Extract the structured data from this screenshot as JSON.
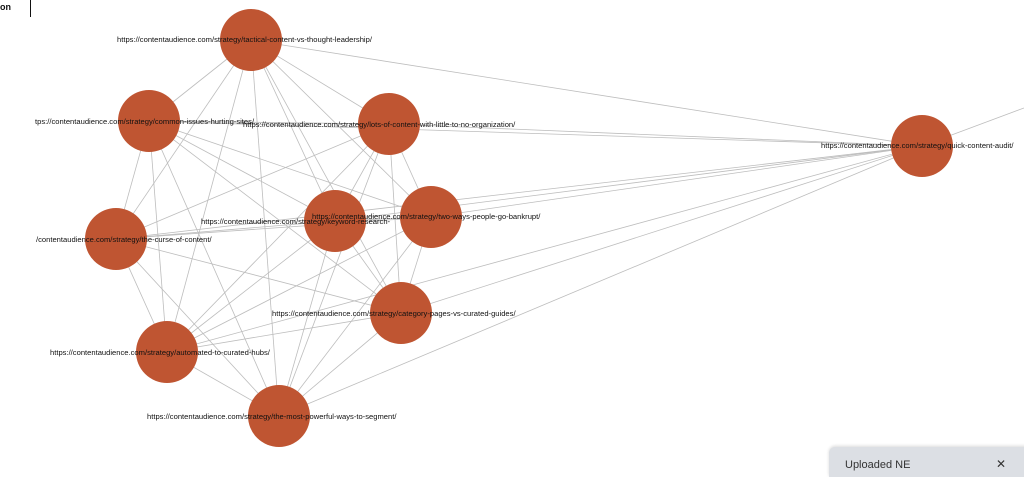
{
  "header": {
    "label": "on"
  },
  "graph": {
    "node_color": "#bf5532",
    "nodes": [
      {
        "id": "tactical",
        "label": "https://contentaudience.com/strategy/tactical-content-vs-thought-leadership/"
      },
      {
        "id": "common",
        "label": "tps://contentaudience.com/strategy/common-issues-hurting-sites/"
      },
      {
        "id": "lots",
        "label": "https://contentaudience.com/strategy/lots-of-content-with-little-to-no-organization/"
      },
      {
        "id": "quick",
        "label": "https://contentaudience.com/strategy/quick-content-audit/"
      },
      {
        "id": "curse",
        "label": "/contentaudience.com/strategy/the-curse-of-content/"
      },
      {
        "id": "keyword",
        "label": "https://contentaudience.com/strategy/keyword-research-"
      },
      {
        "id": "bankrupt",
        "label": "https://contentaudience.com/strategy/two-ways-people-go-bankrupt/"
      },
      {
        "id": "category",
        "label": "https://contentaudience.com/strategy/category-pages-vs-curated-guides/"
      },
      {
        "id": "automated",
        "label": "https://contentaudience.com/strategy/automated-to-curated-hubs/"
      },
      {
        "id": "segment",
        "label": "https://contentaudience.com/strategy/the-most-powerful-ways-to-segment/"
      }
    ],
    "edges": [
      [
        "tactical",
        "common"
      ],
      [
        "tactical",
        "lots"
      ],
      [
        "tactical",
        "quick"
      ],
      [
        "tactical",
        "curse"
      ],
      [
        "tactical",
        "keyword"
      ],
      [
        "tactical",
        "bankrupt"
      ],
      [
        "tactical",
        "category"
      ],
      [
        "tactical",
        "automated"
      ],
      [
        "tactical",
        "segment"
      ],
      [
        "common",
        "lots"
      ],
      [
        "common",
        "curse"
      ],
      [
        "common",
        "keyword"
      ],
      [
        "common",
        "bankrupt"
      ],
      [
        "common",
        "category"
      ],
      [
        "common",
        "automated"
      ],
      [
        "common",
        "segment"
      ],
      [
        "common",
        "quick"
      ],
      [
        "lots",
        "quick"
      ],
      [
        "lots",
        "curse"
      ],
      [
        "lots",
        "keyword"
      ],
      [
        "lots",
        "bankrupt"
      ],
      [
        "lots",
        "category"
      ],
      [
        "lots",
        "automated"
      ],
      [
        "lots",
        "segment"
      ],
      [
        "curse",
        "keyword"
      ],
      [
        "curse",
        "bankrupt"
      ],
      [
        "curse",
        "category"
      ],
      [
        "curse",
        "automated"
      ],
      [
        "curse",
        "segment"
      ],
      [
        "curse",
        "quick"
      ],
      [
        "keyword",
        "bankrupt"
      ],
      [
        "keyword",
        "category"
      ],
      [
        "keyword",
        "automated"
      ],
      [
        "keyword",
        "segment"
      ],
      [
        "keyword",
        "quick"
      ],
      [
        "bankrupt",
        "category"
      ],
      [
        "bankrupt",
        "automated"
      ],
      [
        "bankrupt",
        "segment"
      ],
      [
        "bankrupt",
        "quick"
      ],
      [
        "category",
        "automated"
      ],
      [
        "category",
        "segment"
      ],
      [
        "category",
        "quick"
      ],
      [
        "automated",
        "segment"
      ],
      [
        "automated",
        "quick"
      ],
      [
        "segment",
        "quick"
      ]
    ]
  },
  "bottom_panel": {
    "text": "Uploaded NE",
    "close_icon": "close-icon"
  }
}
